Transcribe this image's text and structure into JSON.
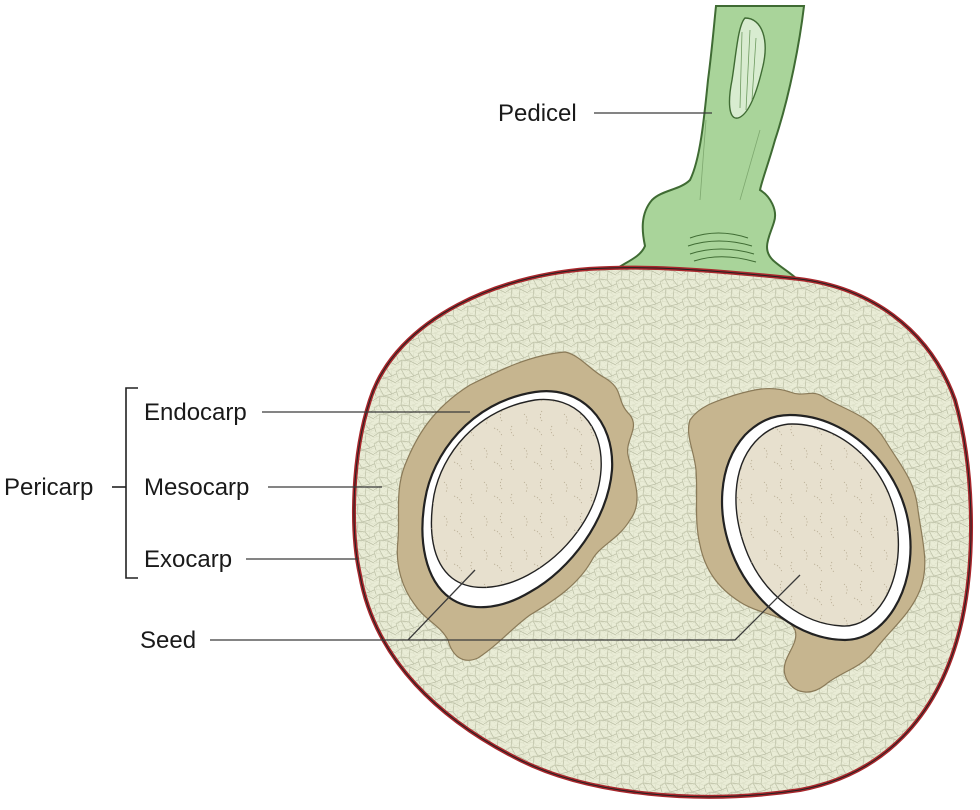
{
  "labels": {
    "pedicel": "Pedicel",
    "pericarp": "Pericarp",
    "endocarp": "Endocarp",
    "mesocarp": "Mesocarp",
    "exocarp": "Exocarp",
    "seed": "Seed"
  },
  "colors": {
    "exocarp": "#a8272c",
    "mesocarp": "#e9ecd6",
    "cell_lines": "#b9bda3",
    "endocarp": "#c6b58f",
    "seed": "#e7e0ce",
    "seed_coat": "#ffffff",
    "pedicel": "#a9d49a",
    "pedicel_outline": "#3f6b33",
    "outline": "#222222"
  }
}
